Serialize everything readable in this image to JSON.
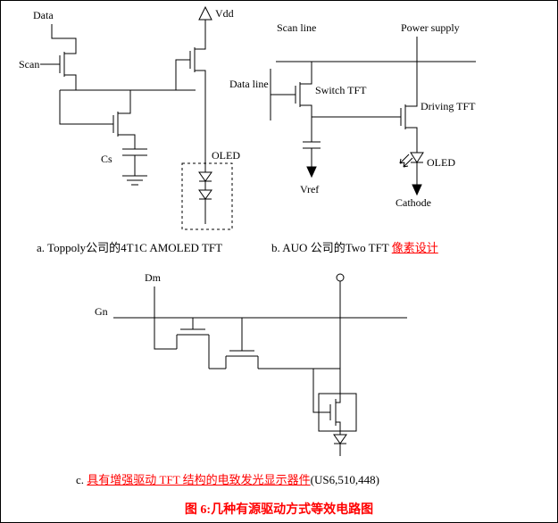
{
  "colors": {
    "background": "#ffffff",
    "ink": "#000000",
    "accent_red": "#ff0000"
  },
  "circuit_a": {
    "labels": {
      "data": "Data",
      "scan": "Scan",
      "vdd": "Vdd",
      "cs": "Cs",
      "oled": "OLED"
    },
    "caption": "a. Toppoly公司的4T1C AMOLED TFT"
  },
  "circuit_b": {
    "labels": {
      "scan_line": "Scan line",
      "power_supply": "Power supply",
      "data_line": "Data line",
      "switch_tft": "Switch TFT",
      "driving_tft": "Driving TFT",
      "vref": "Vref",
      "oled": "OLED",
      "cathode": "Cathode"
    },
    "caption_black": "b. AUO 公司的Two TFT ",
    "caption_red": "像素设计"
  },
  "circuit_c": {
    "labels": {
      "dm": "Dm",
      "gn": "Gn"
    },
    "caption_prefix": "c. ",
    "caption_red": "具有增强驱动 TFT 结构的电致发光显示器件",
    "caption_suffix": "(US6,510,448)"
  },
  "figure_caption": "图 6:几种有源驱动方式等效电路图"
}
